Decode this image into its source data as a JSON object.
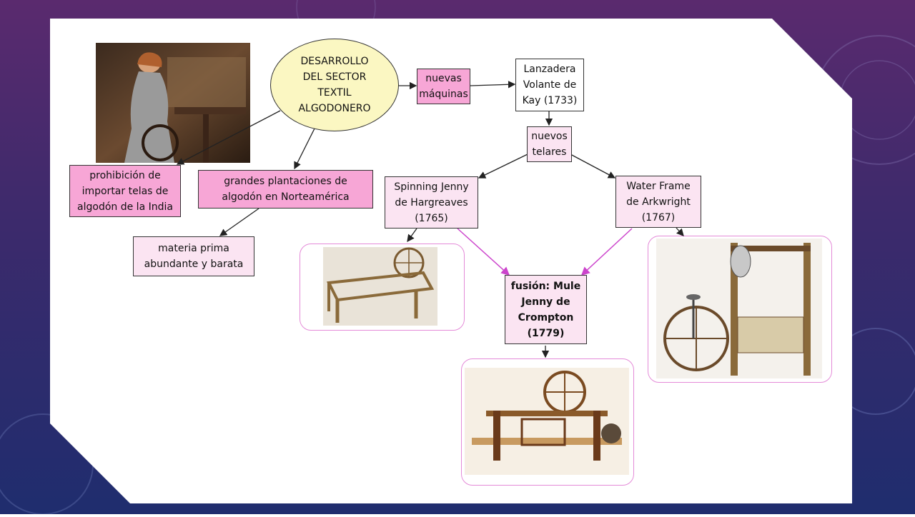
{
  "diagram": {
    "root": "DESARROLLO\nDEL SECTOR\nTEXTIL\nALGODONERO",
    "nuevas_maquinas": "nuevas\nmáquinas",
    "lanzadera": "Lanzadera\nVolante de\nKay (1733)",
    "nuevos_telares": "nuevos\ntelares",
    "spinning_jenny": "Spinning Jenny\nde Hargreaves\n(1765)",
    "water_frame": "Water Frame\nde Arkwright\n(1767)",
    "fusion": "fusión: Mule\nJenny de\nCrompton\n(1779)",
    "prohibicion": "prohibición de\nimportar telas de\nalgodón de la India",
    "plantaciones": "grandes plantaciones de\nalgodón en Norteamérica",
    "materia_prima": "materia prima\nabundante y barata"
  },
  "colors": {
    "pink": "#f7a6d6",
    "light_pink": "#fbe4f2",
    "ellipse": "#fbf7c2",
    "arrow_black": "#222222",
    "arrow_magenta": "#cc44cc"
  },
  "images": [
    "child-at-loom-painting",
    "spinning-jenny-illustration",
    "water-frame-illustration",
    "mule-jenny-illustration"
  ]
}
